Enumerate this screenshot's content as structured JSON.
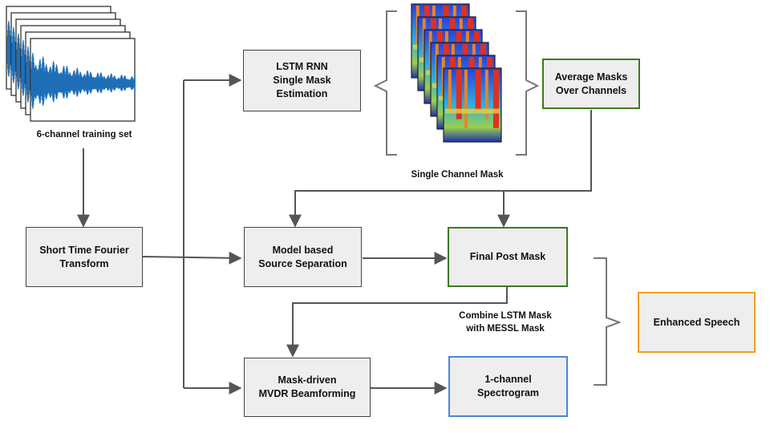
{
  "labels": {
    "training_set": "6-channel training set",
    "single_channel_mask": "Single Channel Mask",
    "combine": "Combine LSTM Mask\nwith MESSL Mask"
  },
  "boxes": {
    "lstm": "LSTM RNN\nSingle Mask\nEstimation",
    "average": "Average Masks\nOver Channels",
    "stft": "Short Time Fourier\nTransform",
    "separation": "Model based\nSource Separation",
    "final_mask": "Final Post Mask",
    "mvdr": "Mask-driven\nMVDR Beamforming",
    "spectrogram": "1-channel\nSpectrogram",
    "enhanced": "Enhanced Speech"
  },
  "colors": {
    "arrow": "#555555",
    "box_fill": "#eeeeee",
    "green_border": "#3b7a1e",
    "blue_border": "#4a86d8",
    "orange_border": "#f0a020",
    "waveform": "#1f6fb8"
  },
  "counts": {
    "waveform_frames": 6,
    "mask_frames": 6
  }
}
